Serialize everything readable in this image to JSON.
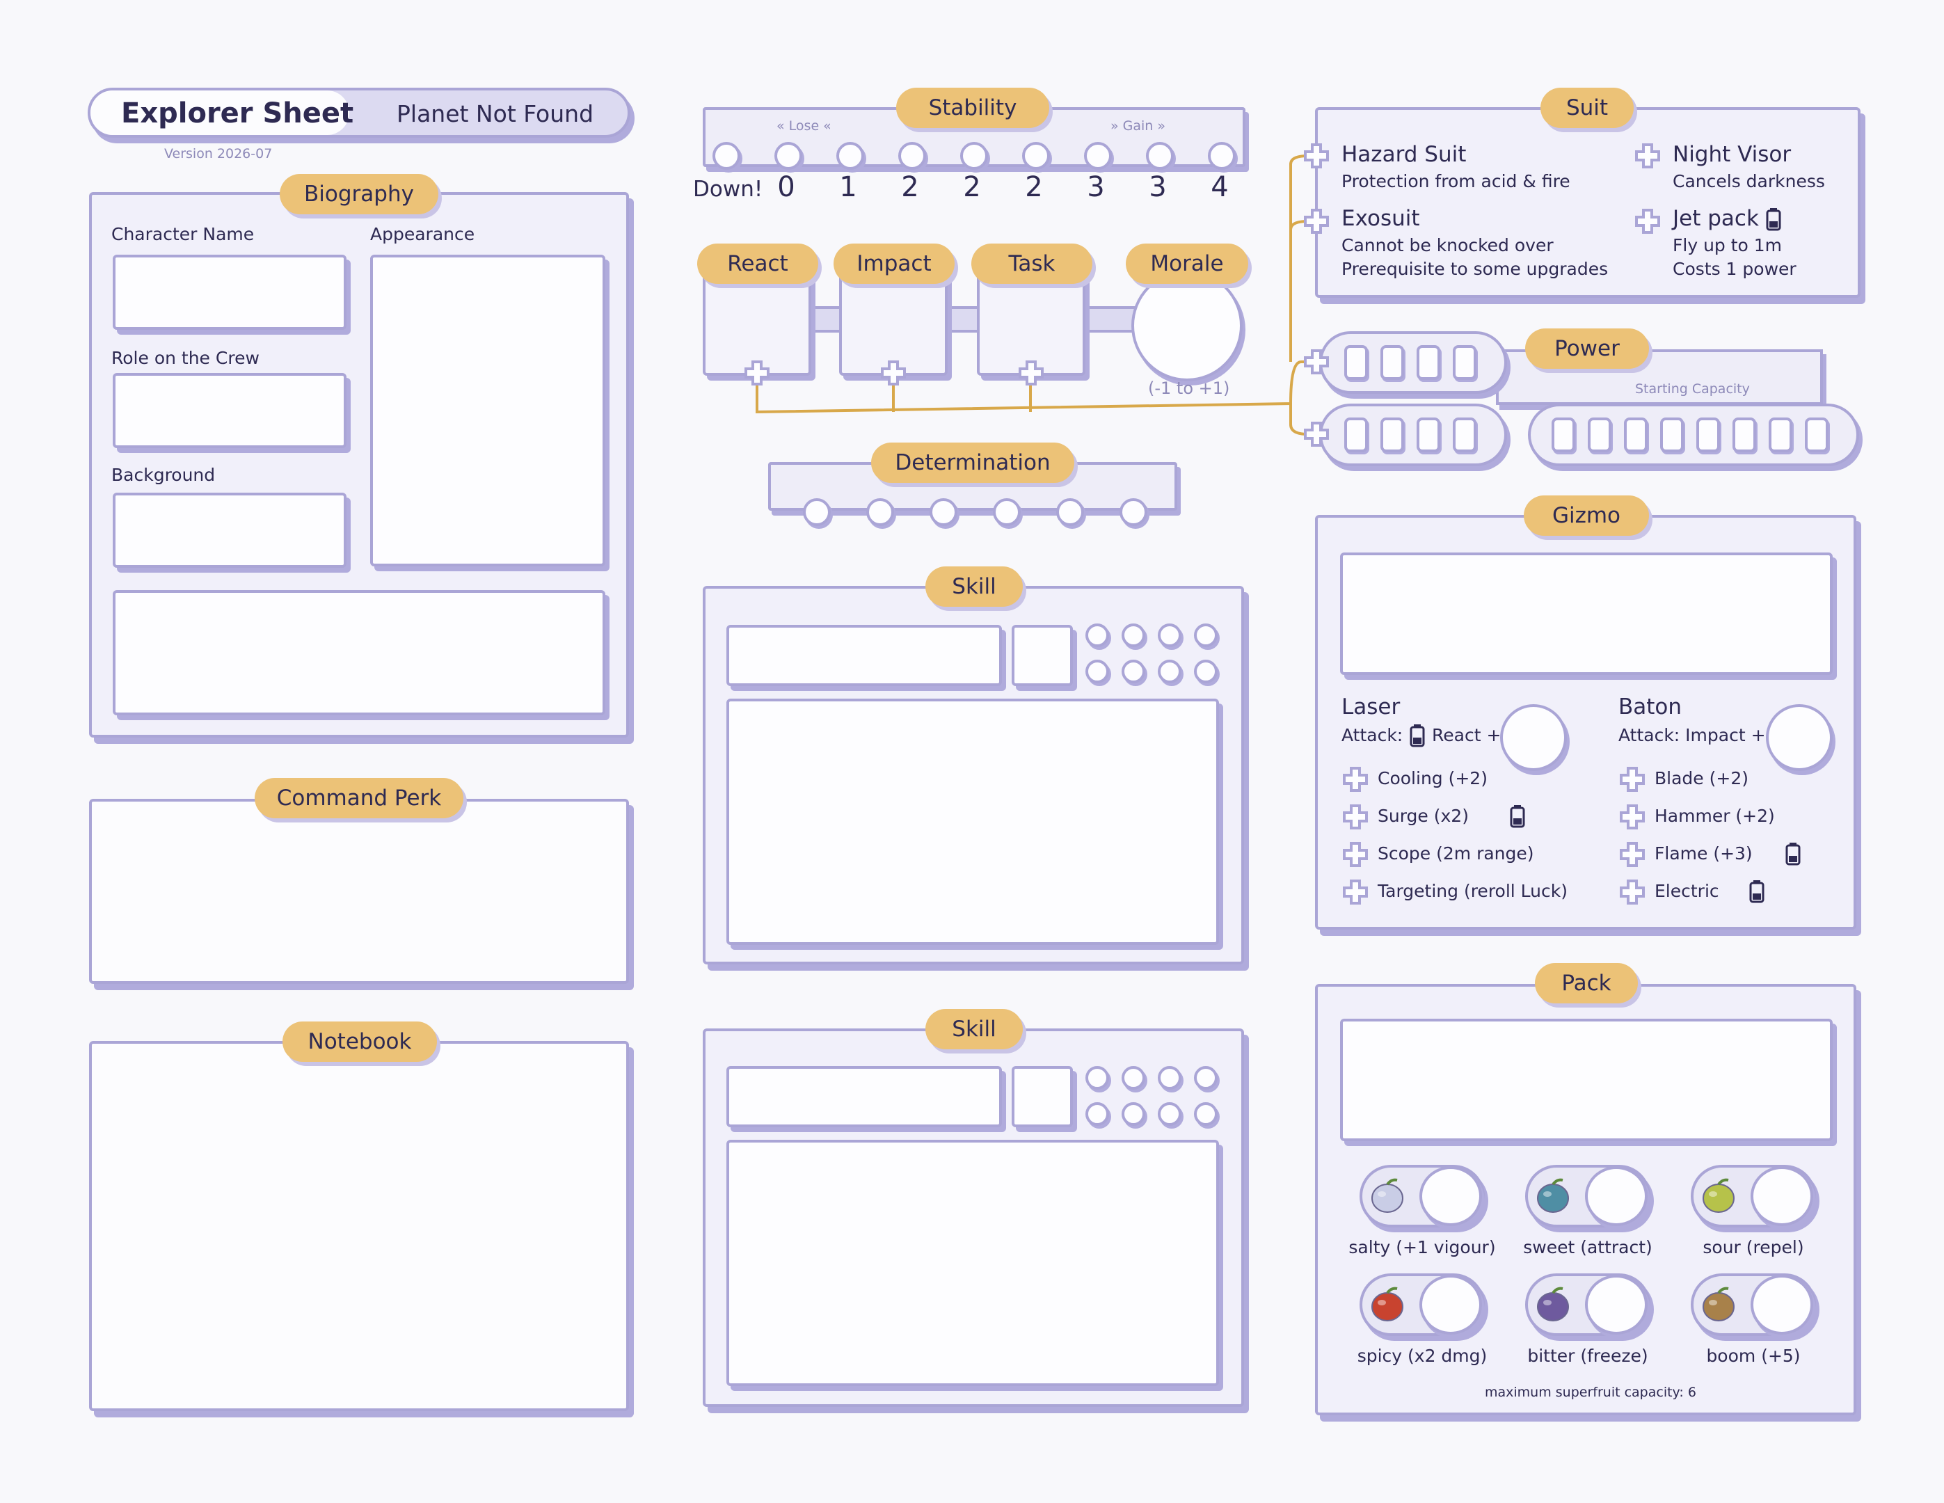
{
  "header": {
    "title": "Explorer Sheet",
    "game": "Planet Not Found",
    "version": "Version 2026-07"
  },
  "biography": {
    "title": "Biography",
    "character_name": "Character Name",
    "appearance": "Appearance",
    "role": "Role on the Crew",
    "background": "Background"
  },
  "command_perk": {
    "title": "Command Perk"
  },
  "notebook": {
    "title": "Notebook"
  },
  "stability": {
    "title": "Stability",
    "lose": "« Lose «",
    "gain": "» Gain »",
    "down_label": "Down!",
    "values": [
      "0",
      "1",
      "2",
      "2",
      "2",
      "3",
      "3",
      "4"
    ]
  },
  "stats": {
    "react": "React",
    "impact": "Impact",
    "task": "Task",
    "morale": "Morale",
    "morale_range": "(-1 to +1)"
  },
  "determination": {
    "title": "Determination"
  },
  "skills": [
    {
      "title": "Skill"
    },
    {
      "title": "Skill"
    }
  ],
  "suit": {
    "title": "Suit",
    "items": [
      {
        "name": "Hazard Suit",
        "desc": "Protection from acid & fire"
      },
      {
        "name": "Night Visor",
        "desc": "Cancels darkness"
      },
      {
        "name": "Exosuit",
        "desc": "Cannot be knocked over",
        "desc2": "Prerequisite to some upgrades"
      },
      {
        "name": "Jet pack",
        "desc": "Fly up to 1m",
        "desc2": "Costs 1 power"
      }
    ]
  },
  "power": {
    "title": "Power",
    "starting_capacity": "Starting Capacity"
  },
  "gizmo": {
    "title": "Gizmo",
    "laser": {
      "name": "Laser",
      "attack_prefix": "Attack:",
      "attack_stat": "React +",
      "upgrades": [
        "Cooling (+2)",
        "Surge (x2)",
        "Scope (2m range)",
        "Targeting (reroll Luck)"
      ]
    },
    "baton": {
      "name": "Baton",
      "attack": "Attack: Impact +",
      "upgrades": [
        "Blade (+2)",
        "Hammer (+2)",
        "Flame (+3)",
        "Electric"
      ]
    }
  },
  "pack": {
    "title": "Pack",
    "fruits": [
      {
        "label": "salty (+1 vigour)",
        "icon": "salty-fruit-icon",
        "color": "#c9cde6"
      },
      {
        "label": "sweet (attract)",
        "icon": "sweet-fruit-icon",
        "color": "#4f8ea4"
      },
      {
        "label": "sour (repel)",
        "icon": "sour-fruit-icon",
        "color": "#b6c24a"
      },
      {
        "label": "spicy (x2 dmg)",
        "icon": "spicy-fruit-icon",
        "color": "#c8432f"
      },
      {
        "label": "bitter (freeze)",
        "icon": "bitter-fruit-icon",
        "color": "#6e5a9e"
      },
      {
        "label": "boom (+5)",
        "icon": "boom-fruit-icon",
        "color": "#a8814a"
      }
    ],
    "capacity_note": "maximum superfruit capacity: 6"
  },
  "colors": {
    "accent": "#ecc277",
    "outline": "#aaa5d6",
    "panel": "#f1f0fa",
    "ink": "#2e2a52",
    "connector": "#d8a84a"
  }
}
